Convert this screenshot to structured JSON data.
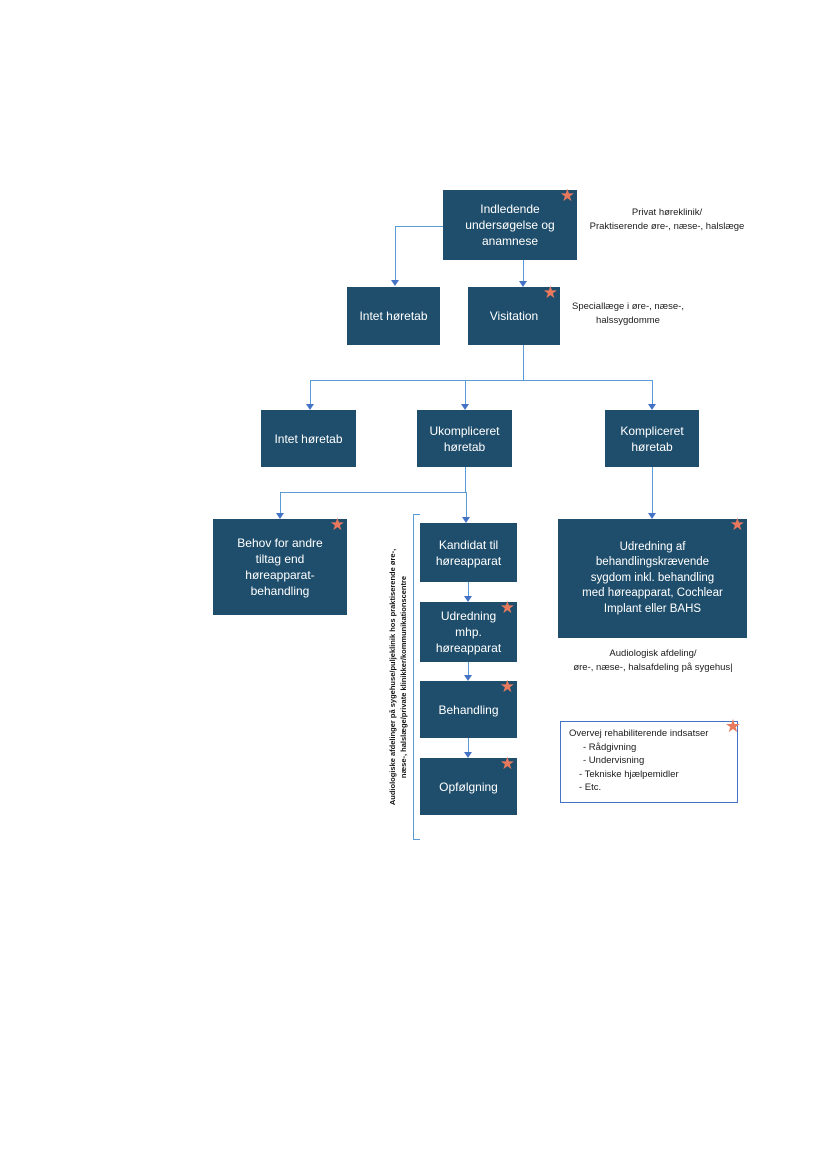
{
  "colors": {
    "box_fill": "#1f4e6c",
    "line": "#5b9bd5",
    "arrow": "#4472c4",
    "star": "#e8795c"
  },
  "icons": {
    "star": "★"
  },
  "nodes": {
    "indledende": {
      "label": "Indledende\nundersøgelse og\nanamnese"
    },
    "intet1": {
      "label": "Intet høretab"
    },
    "visitation": {
      "label": "Visitation"
    },
    "intet2": {
      "label": "Intet høretab"
    },
    "ukompliceret": {
      "label": "Ukompliceret\nhøretab"
    },
    "kompliceret": {
      "label": "Kompliceret\nhøretab"
    },
    "behov": {
      "label": "Behov for andre\ntiltag end\nhøreapparat-\nbehandling"
    },
    "kandidat": {
      "label": "Kandidat til\nhøreapparat"
    },
    "udredning_mhp": {
      "label": "Udredning\nmhp.\nhøreapparat"
    },
    "behandling": {
      "label": "Behandling"
    },
    "opfolgning": {
      "label": "Opfølgning"
    },
    "udredning_af": {
      "label": "Udredning af\nbehandlingskrævende\nsygdom inkl. behandling\nmed høreapparat, Cochlear\nImplant eller BAHS"
    }
  },
  "annotations": {
    "privat": {
      "text": "Privat høreklinik/\nPraktiserende øre-, næse-, halslæge"
    },
    "speciallaege": {
      "text": "Speciallæge i øre-, næse-,\nhalssygdomme"
    },
    "audiologisk": {
      "text": "Audiologisk afdeling/\nøre-, næse-, halsafdeling på sygehus|"
    },
    "rotated": {
      "text": "Audiologiske afdelinger på sygehuse/puljeklinik hos praktiserende øre-,\nnæse-, halslæge/private klinikker/kommunikationscentre"
    }
  },
  "rehab": {
    "title": "Overvej rehabiliterende indsatser",
    "items": [
      "- Rådgivning",
      "- Undervisning",
      "- Tekniske hjælpemidler",
      "- Etc."
    ]
  }
}
